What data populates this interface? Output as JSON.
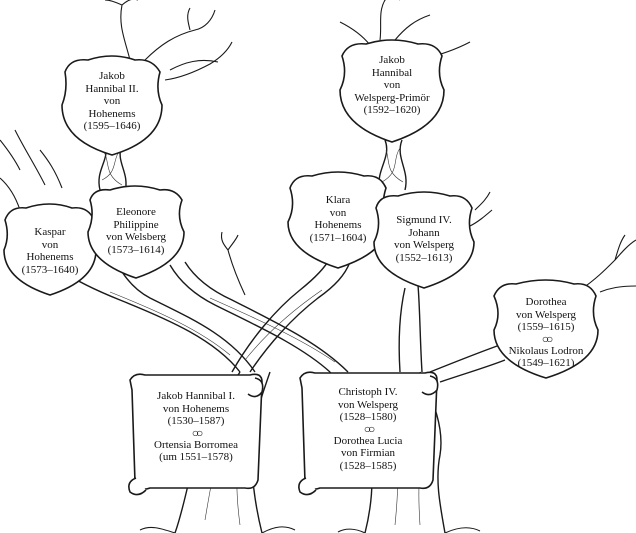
{
  "people": {
    "jakob_hannibal_ii": {
      "lines": [
        "Jakob",
        "Hannibal II.",
        "von",
        "Hohenems",
        "(1595–1646)"
      ]
    },
    "jakob_hannibal_welsperg": {
      "lines": [
        "Jakob",
        "Hannibal",
        "von",
        "Welsperg-Primör",
        "(1592–1620)"
      ]
    },
    "kaspar": {
      "lines": [
        "Kaspar",
        "von",
        "Hohenems",
        "(1573–1640)"
      ]
    },
    "eleonore": {
      "lines": [
        "Eleonore",
        "Philippine",
        "von Welsberg",
        "(1573–1614)"
      ]
    },
    "klara": {
      "lines": [
        "Klara",
        "von",
        "Hohenems",
        "(1571–1604)"
      ]
    },
    "sigmund": {
      "lines": [
        "Sigmund IV.",
        "Johann",
        "von Welsperg",
        "(1552–1613)"
      ]
    },
    "dorothea_lodron": {
      "lines": [
        "Dorothea",
        "von Welsperg",
        "(1559–1615)"
      ],
      "spouse_lines": [
        "Nikolaus Lodron",
        "(1549–1621)"
      ]
    },
    "jakob_hannibal_i": {
      "lines": [
        "Jakob Hannibal I.",
        "von Hohenems",
        "(1530–1587)"
      ],
      "spouse_lines": [
        "Ortensia Borromea",
        "(um 1551–1578)"
      ]
    },
    "christoph": {
      "lines": [
        "Christoph IV.",
        "von Welsperg",
        "(1528–1580)"
      ],
      "spouse_lines": [
        "Dorothea Lucia",
        "von Firmian",
        "(1528–1585)"
      ]
    }
  },
  "marriage_symbol": "○○"
}
